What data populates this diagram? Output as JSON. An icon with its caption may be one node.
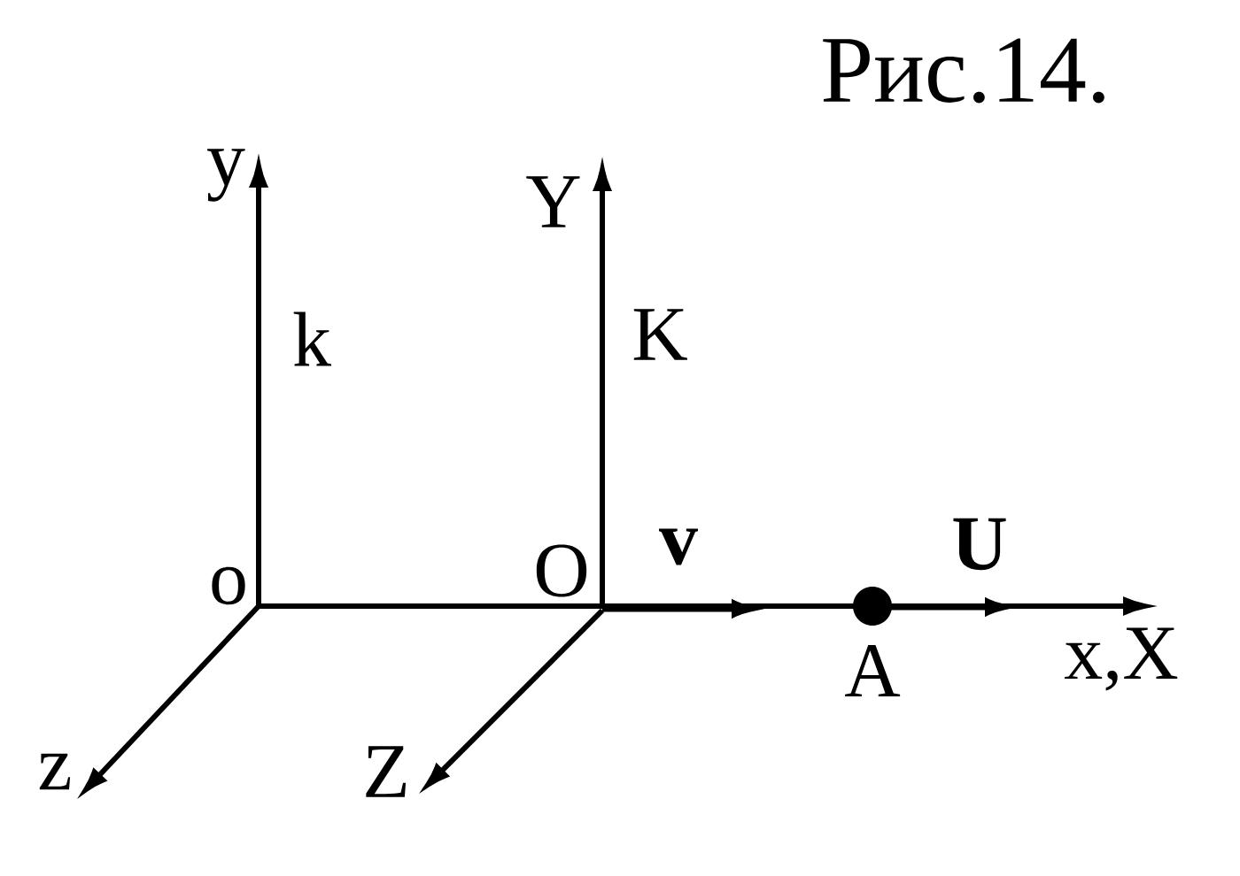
{
  "diagram": {
    "caption": "Рис.14.",
    "nodes": [
      {
        "text": [],
        "shape": "circle",
        "beside": [
          "A"
        ]
      }
    ],
    "labels": [
      "y",
      "Y",
      "k",
      "K",
      "o",
      "O",
      "v",
      "U",
      "x,X",
      "z",
      "Z"
    ]
  }
}
